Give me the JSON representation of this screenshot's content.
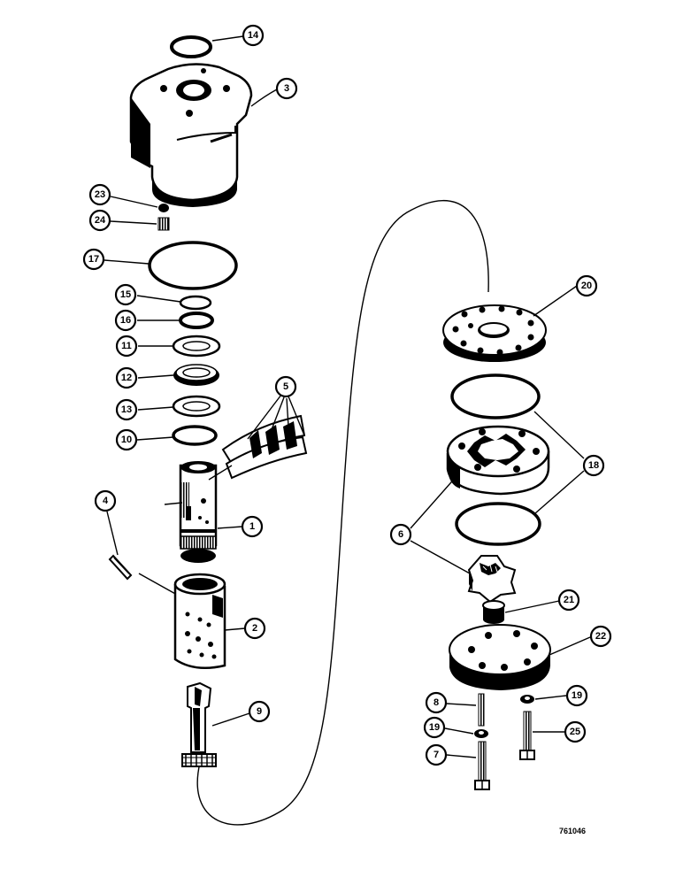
{
  "drawing_number": "761046",
  "colors": {
    "ink": "#000000",
    "paper": "#ffffff"
  },
  "callouts": {
    "c1": "1",
    "c2": "2",
    "c3": "3",
    "c4": "4",
    "c5": "5",
    "c6": "6",
    "c7": "7",
    "c8": "8",
    "c9": "9",
    "c10": "10",
    "c11": "11",
    "c12": "12",
    "c13": "13",
    "c14": "14",
    "c15": "15",
    "c16": "16",
    "c17": "17",
    "c18": "18",
    "c19a": "19",
    "c19b": "19",
    "c20": "20",
    "c21": "21",
    "c22": "22",
    "c23": "23",
    "c24": "24",
    "c25": "25"
  }
}
